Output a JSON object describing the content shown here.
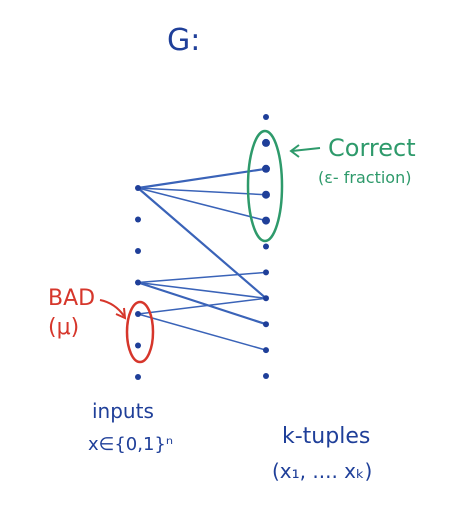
{
  "title": "G:",
  "labels": {
    "correct": "Correct",
    "epsilon_fraction": "(ε- fraction)",
    "bad": "BAD",
    "mu": "(μ)",
    "inputs": "inputs",
    "inputs_set": "x∈{0,1}ⁿ",
    "ktuples": "k-tuples",
    "ktuples_vars": "(x₁, .... xₖ)"
  },
  "colors": {
    "ink_blue": "#1f3f99",
    "edge_blue": "#3a63b8",
    "green": "#2e9a6b",
    "red": "#d6362b"
  },
  "graph": {
    "left_node_count": 7,
    "right_node_count": 11,
    "correct_nodes": [
      1,
      2,
      3,
      4
    ],
    "bad_nodes": [
      4,
      5
    ],
    "edges": [
      [
        1,
        2
      ],
      [
        1,
        3
      ],
      [
        1,
        4
      ],
      [
        1,
        7
      ],
      [
        4,
        6
      ],
      [
        4,
        7
      ],
      [
        4,
        8
      ],
      [
        5,
        7
      ],
      [
        5,
        9
      ]
    ]
  }
}
